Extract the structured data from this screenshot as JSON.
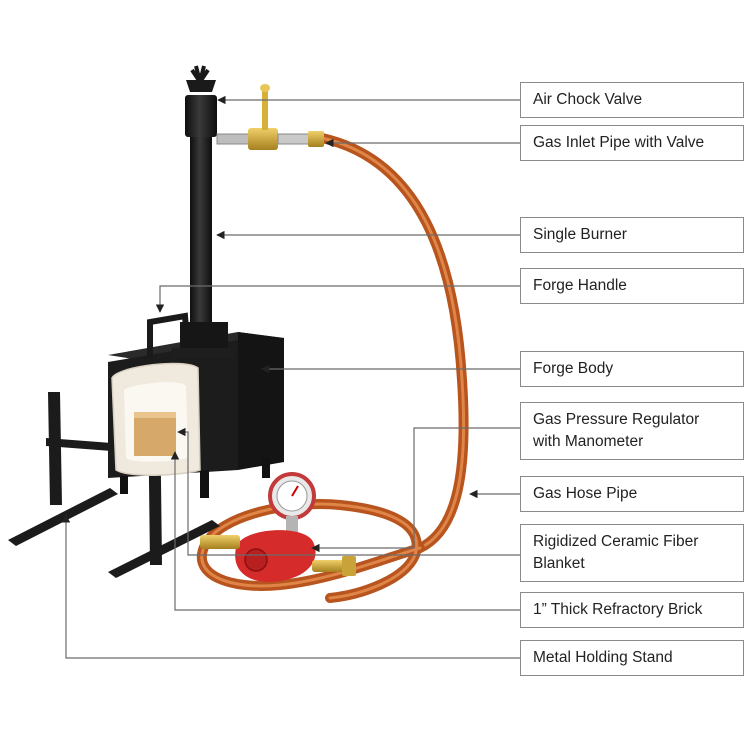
{
  "labels": [
    {
      "id": "air-chock-valve",
      "text": "Air Chock Valve"
    },
    {
      "id": "gas-inlet-pipe",
      "text": "Gas Inlet Pipe with Valve"
    },
    {
      "id": "single-burner",
      "text": "Single Burner"
    },
    {
      "id": "forge-handle",
      "text": "Forge Handle"
    },
    {
      "id": "forge-body",
      "text": "Forge Body"
    },
    {
      "id": "gas-pressure-regulator",
      "text": "Gas Pressure Regulator\nwith Manometer"
    },
    {
      "id": "gas-hose-pipe",
      "text": "Gas Hose Pipe"
    },
    {
      "id": "ceramic-fiber-blanket",
      "text": "Rigidized Ceramic Fiber\nBlanket"
    },
    {
      "id": "refractory-brick",
      "text": "1” Thick Refractory Brick"
    },
    {
      "id": "metal-holding-stand",
      "text": "Metal Holding Stand"
    }
  ],
  "colors": {
    "forge_body": "#1c1c1c",
    "blanket": "#f1ede4",
    "brick": "#d6a96a",
    "hose": "#c8642a",
    "regulator": "#d62b2b",
    "brass": "#c9a23a",
    "leader_line": "#6b6b6b"
  }
}
